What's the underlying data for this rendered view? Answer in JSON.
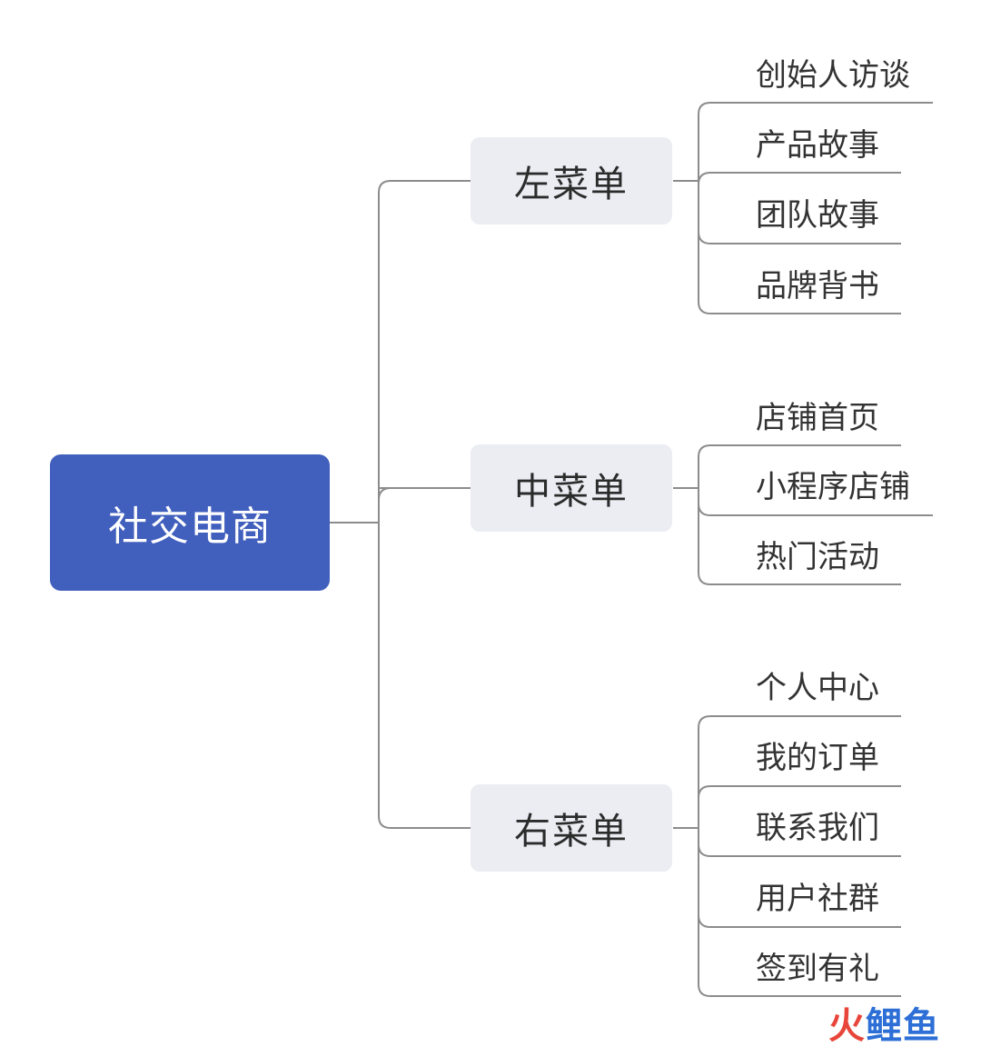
{
  "root": "社交电商",
  "branches": [
    {
      "label": "左菜单",
      "items": [
        "创始人访谈",
        "产品故事",
        "团队故事",
        "品牌背书"
      ]
    },
    {
      "label": "中菜单",
      "items": [
        "店铺首页",
        "小程序店铺",
        "热门活动"
      ]
    },
    {
      "label": "右菜单",
      "items": [
        "个人中心",
        "我的订单",
        "联系我们",
        "用户社群",
        "签到有礼"
      ]
    }
  ],
  "watermark": {
    "part1": "火",
    "part2": "鲤鱼"
  },
  "colors": {
    "root": "#415fbd",
    "branch": "#ebedf3",
    "line": "#8c8c8c",
    "watermark_red": "#e8463a",
    "watermark_blue": "#2d6fd6"
  }
}
